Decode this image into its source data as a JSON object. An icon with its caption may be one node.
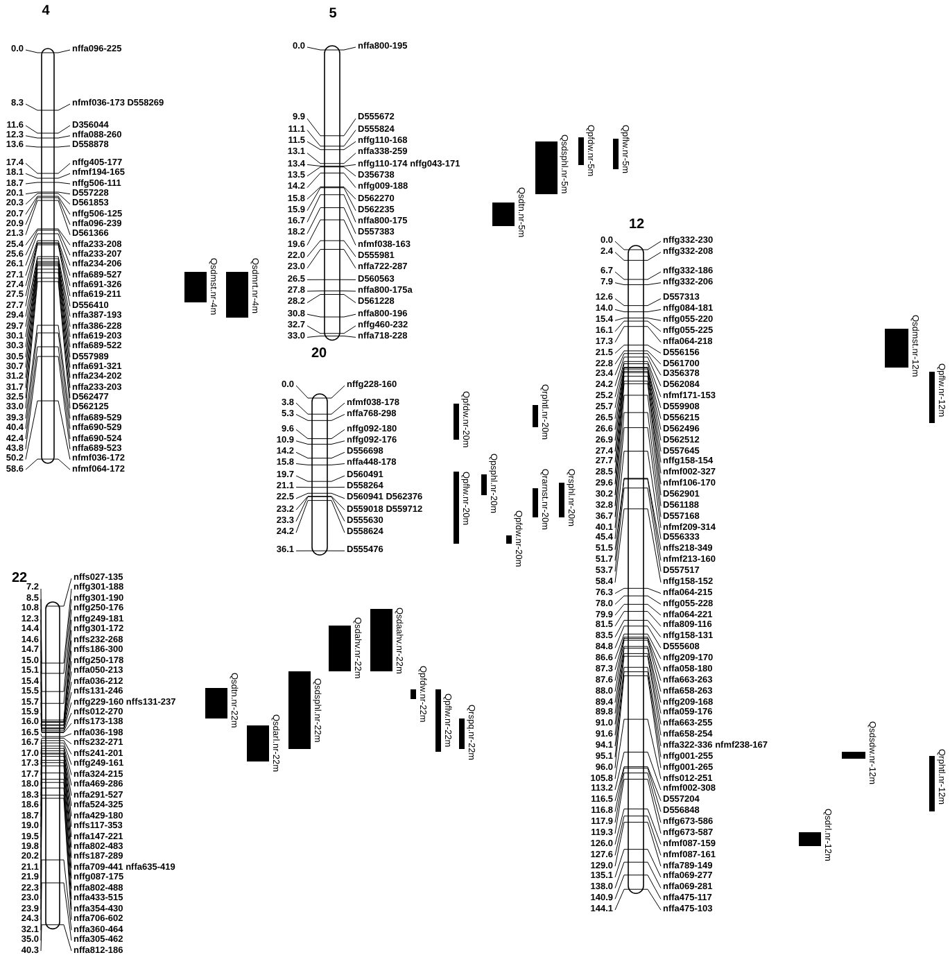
{
  "diagram": {
    "labels": [
      "4",
      "0.0",
      "nffa096-225",
      "8.3",
      "nfmf036-173 D558269",
      "11.6",
      "D356044",
      "12.3",
      "nffa088-260",
      "13.6",
      "D558878",
      "17.4",
      "nffg405-177",
      "18.1",
      "nfmf194-165",
      "18.7",
      "nffg506-111",
      "20.1",
      "D557228",
      "20.3",
      "D561853",
      "20.7",
      "nffg506-125",
      "20.9",
      "nffa096-239",
      "21.3",
      "D561366",
      "25.4",
      "nffa233-208",
      "25.6",
      "nffa233-207",
      "26.1",
      "nffa234-206",
      "27.1",
      "nffa689-527",
      "27.4",
      "nffa691-326",
      "27.5",
      "nffa619-211",
      "27.7",
      "D556410",
      "29.4",
      "nffa387-193",
      "29.7",
      "nffa386-228",
      "30.1",
      "nffa619-203",
      "30.3",
      "nffa689-522",
      "30.5",
      "D557989",
      "30.7",
      "nffa691-321",
      "31.2",
      "nffa234-202",
      "31.7",
      "nffa233-203",
      "32.5",
      "D562477",
      "33.0",
      "D562125",
      "39.3",
      "nffa689-529",
      "40.4",
      "nffa690-529",
      "42.4",
      "nffa690-524",
      "43.8",
      "nffa689-523",
      "50.2",
      "nfmf036-172",
      "58.6",
      "nfmf064-172",
      "Qsdmst.nr-4m",
      "Qsdmrt.nr-4m",
      "5",
      "0.0",
      "nffa800-195",
      "9.9",
      "D555672",
      "11.1",
      "D555824",
      "11.5",
      "nffg110-168",
      "13.1",
      "nffa338-259",
      "13.4",
      "nffg110-174 nffg043-171",
      "13.5",
      "D356738",
      "14.2",
      "nffg009-188",
      "15.8",
      "D562270",
      "15.9",
      "D562235",
      "16.7",
      "nffa800-175",
      "18.2",
      "D557383",
      "19.6",
      "nfmf038-163",
      "22.0",
      "D555981",
      "23.0",
      "nffa722-287",
      "26.5",
      "D560563",
      "27.8",
      "nffa800-175a",
      "28.2",
      "D561228",
      "30.8",
      "nffa800-196",
      "32.7",
      "nffg460-232",
      "33.0",
      "nffa718-228",
      "Qsdtn.nr-5m",
      "Qsdsphl.nr-5m",
      "Qpfdw.nr-5m",
      "Qpflw.nr-5m",
      "20",
      "0.0",
      "nffg228-160",
      "3.8",
      "nfmf038-178",
      "5.3",
      "nffa768-298",
      "9.6",
      "nffg092-180",
      "10.9",
      "nffg092-176",
      "14.2",
      "D556698",
      "15.8",
      "nffa448-178",
      "19.7",
      "D560491",
      "21.1",
      "D558264",
      "22.5",
      "D560941 D562376",
      "23.2",
      "D559018 D559712",
      "23.3",
      "D555630",
      "24.2",
      "D558624",
      "36.1",
      "D555476",
      "Qpfdw.nr-20m",
      "Qpflw.nr-20m",
      "Qpsphl.nr-20m",
      "Qpfdw.nr-20m",
      "Qrphtl.nr-20m",
      "Qrarnst.nr-20m",
      "Qrsphl.nr-20m",
      "12",
      "0.0",
      "nffg332-230",
      "2.4",
      "nffg332-208",
      "6.7",
      "nffg332-186",
      "7.9",
      "nffg332-206",
      "12.6",
      "D557313",
      "14.0",
      "nffg084-181",
      "15.4",
      "nffg055-220",
      "16.1",
      "nffg055-225",
      "17.3",
      "nffa064-218",
      "21.5",
      "D556156",
      "22.8",
      "D561700",
      "23.4",
      "D356378",
      "24.2",
      "D562084",
      "25.2",
      "nfmf171-153",
      "25.7",
      "D559908",
      "26.5",
      "D556215",
      "26.6",
      "D562496",
      "26.9",
      "D562512",
      "27.4",
      "D557645",
      "27.7",
      "nffg158-154",
      "28.5",
      "nfmf002-327",
      "29.6",
      "nfmf106-170",
      "30.2",
      "D562901",
      "32.8",
      "D561188",
      "36.7",
      "D557168",
      "40.1",
      "nfmf209-314",
      "45.4",
      "D556333",
      "51.5",
      "nffs218-349",
      "51.7",
      "nfmf213-160",
      "53.7",
      "D557517",
      "58.4",
      "nffg158-152",
      "76.3",
      "nffa064-215",
      "78.0",
      "nffg055-228",
      "79.9",
      "nffa064-221",
      "81.5",
      "nffa809-116",
      "83.5",
      "nffg158-131",
      "84.8",
      "D555608",
      "86.6",
      "nffg209-170",
      "87.3",
      "nffa058-180",
      "87.6",
      "nffa663-263",
      "88.0",
      "nffa658-263",
      "89.4",
      "nffg209-168",
      "89.8",
      "nffa059-176",
      "91.0",
      "nffa663-255",
      "91.6",
      "nffa658-254",
      "94.1",
      "nffa322-336 nfmf238-167",
      "95.1",
      "nffg001-255",
      "96.0",
      "nffg001-265",
      "105.8",
      "nffs012-251",
      "113.2",
      "nfmf002-308",
      "116.5",
      "D557204",
      "116.8",
      "D556848",
      "117.9",
      "nffg673-586",
      "119.3",
      "nffg673-587",
      "126.0",
      "nfmf087-159",
      "127.6",
      "nfmf087-161",
      "129.0",
      "nffa789-149",
      "135.1",
      "nffa069-277",
      "138.0",
      "nffa069-281",
      "140.9",
      "nffa475-117",
      "144.1",
      "nffa475-103",
      "Qsdmst.nr-12m",
      "Qpflw.nr-12m",
      "Qsdsdw.nr-12m",
      "Qrphtl.nr-12m",
      "Qsdrl.nr-12m",
      "22",
      "nffs027-135",
      "7.2",
      "nffg301-188",
      "8.5",
      "nffg301-190",
      "10.8",
      "nffg250-176",
      "12.3",
      "nffg249-181",
      "14.4",
      "nffg301-172",
      "14.6",
      "nffs232-268",
      "14.7",
      "nffs186-300",
      "15.0",
      "nffg250-178",
      "15.1",
      "nffa050-213",
      "15.4",
      "nffa036-212",
      "15.5",
      "nffs131-246",
      "15.7",
      "nffg229-160 nffs131-237",
      "15.9",
      "nffs012-270",
      "16.0",
      "nffs173-138",
      "16.5",
      "nffa036-198",
      "16.7",
      "nffs232-271",
      "17.0",
      "nffs241-201",
      "17.3",
      "nffg249-161",
      "17.7",
      "nffa324-215",
      "18.0",
      "nffa469-286",
      "18.3",
      "nffa291-527",
      "18.6",
      "nffa524-325",
      "18.7",
      "nffa429-180",
      "19.0",
      "nffs117-353",
      "19.5",
      "nffa147-221",
      "19.8",
      "nffa802-483",
      "20.2",
      "nffs187-289",
      "21.1",
      "nffa709-441 nffa635-419",
      "21.9",
      "nffg087-175",
      "22.3",
      "nffa802-488",
      "23.0",
      "nffa433-515",
      "23.9",
      "nffa354-430",
      "24.3",
      "nffa706-602",
      "32.1",
      "nffa360-464",
      "35.0",
      "nffa305-462",
      "40.3",
      "nffa812-186",
      "Qsdtn.nr-22m",
      "Qsdarl.nr-22m",
      "Qsdsphl.nr-22m",
      "Qsdahv.nr-22m",
      "Qsdaahv.nr-22m",
      "Qpfdw.nr-22m",
      "Qpflw.nr-22m",
      "Qrspq.nr-22m"
    ]
  }
}
